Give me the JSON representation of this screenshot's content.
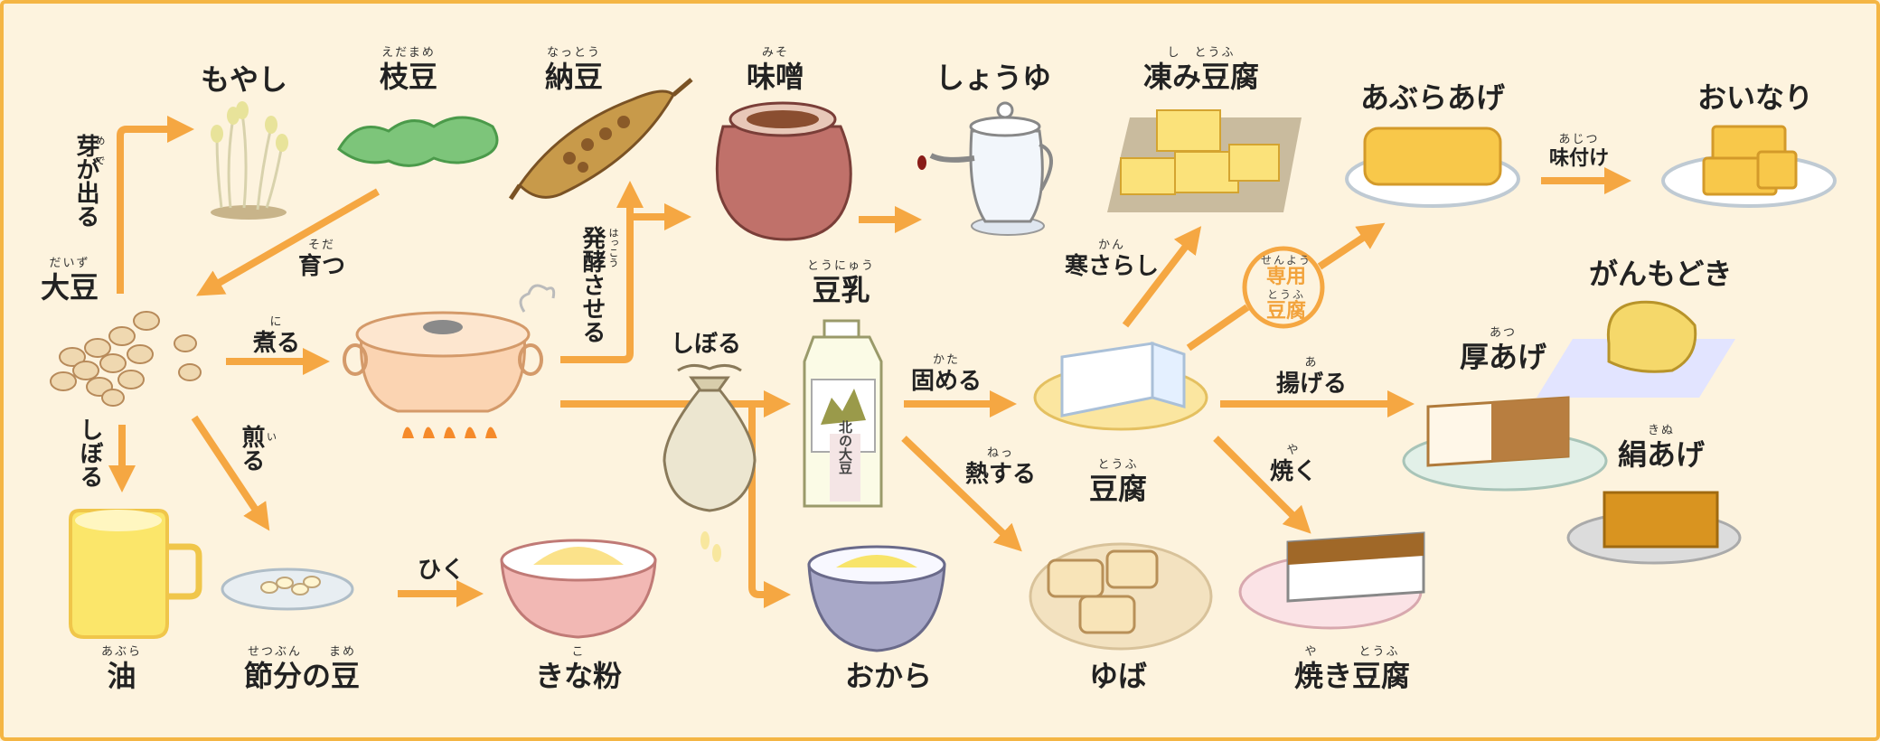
{
  "colors": {
    "background": "#fdf3de",
    "border": "#f4b544",
    "arrow": "#f5a742",
    "special": "#f2a33c"
  },
  "items": {
    "moyashi": {
      "label": "もやし"
    },
    "edamame": {
      "label": "枝豆",
      "ruby": "えだまめ"
    },
    "natto": {
      "label": "納豆",
      "ruby": "なっとう"
    },
    "miso": {
      "label": "味噌",
      "ruby": "みそ"
    },
    "shoyu": {
      "label": "しょうゆ"
    },
    "koridofu": {
      "label": "凍み豆腐",
      "ruby": "し　とうふ"
    },
    "aburaage": {
      "label": "あぶらあげ"
    },
    "oinari": {
      "label": "おいなり"
    },
    "daizu": {
      "label": "大豆",
      "ruby": "だいず"
    },
    "tonyu": {
      "label": "豆乳",
      "ruby": "とうにゅう",
      "bottle_text": "北の大豆"
    },
    "ganmodoki": {
      "label": "がんもどき"
    },
    "atsuage": {
      "label": "厚あげ",
      "ruby": "あつ"
    },
    "kinuage": {
      "label": "絹あげ",
      "ruby": "きぬ"
    },
    "tofu": {
      "label": "豆腐",
      "ruby": "とうふ"
    },
    "abura": {
      "label": "油",
      "ruby": "あぶら"
    },
    "setsubun": {
      "label": "節分の豆",
      "ruby": "せつぶん　　まめ"
    },
    "kinako": {
      "label": "きな粉",
      "ruby": "こ"
    },
    "okara": {
      "label": "おから"
    },
    "yuba": {
      "label": "ゆば"
    },
    "yakidofu": {
      "label": "焼き豆腐",
      "ruby": "や　　　とうふ"
    }
  },
  "processes": {
    "megaderu": {
      "label": "芽が出る",
      "ruby": "め　で"
    },
    "sodatsu": {
      "label": "育つ",
      "ruby": "そだ"
    },
    "niru": {
      "label": "煮る",
      "ruby": "に"
    },
    "hakkou": {
      "label": "発酵させる",
      "ruby": "はっこう"
    },
    "shiboru1": {
      "label": "しぼる"
    },
    "shiboru2": {
      "label": "しぼる"
    },
    "iru": {
      "label": "煎る",
      "ruby": "い"
    },
    "hiku": {
      "label": "ひく"
    },
    "katameru": {
      "label": "固める",
      "ruby": "かた"
    },
    "nessuru": {
      "label": "熱する",
      "ruby": "ねっ"
    },
    "kansarashi": {
      "label": "寒さらし",
      "ruby": "かん"
    },
    "ageru": {
      "label": "揚げる",
      "ruby": "あ"
    },
    "yaku": {
      "label": "焼く",
      "ruby": "や"
    },
    "ajitsuke": {
      "label": "味付け",
      "ruby": "あじつ"
    },
    "senyo": {
      "label1": "専用",
      "label2": "豆腐",
      "ruby1": "せんよう",
      "ruby2": "とうふ"
    }
  }
}
